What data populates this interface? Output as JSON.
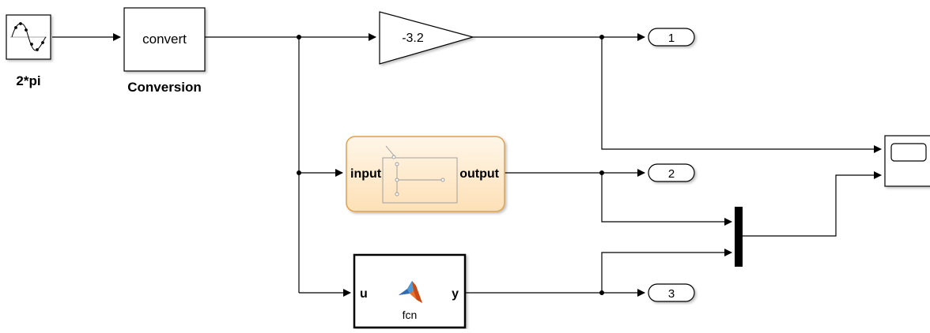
{
  "blocks": {
    "sine_wave": {
      "label": "2*pi"
    },
    "conversion": {
      "text": "convert",
      "label": "Conversion"
    },
    "gain": {
      "value": "-3.2"
    },
    "stateflow_chart": {
      "input_port": "input",
      "output_port": "output"
    },
    "matlab_function": {
      "input_port": "u",
      "output_port": "y",
      "name": "fcn"
    },
    "outports": [
      "1",
      "2",
      "3"
    ]
  },
  "colors": {
    "line": "#000000",
    "chart_fill": "#fde6c3",
    "chart_border": "#e0a04a",
    "matlab_logo": "#e8702a"
  }
}
